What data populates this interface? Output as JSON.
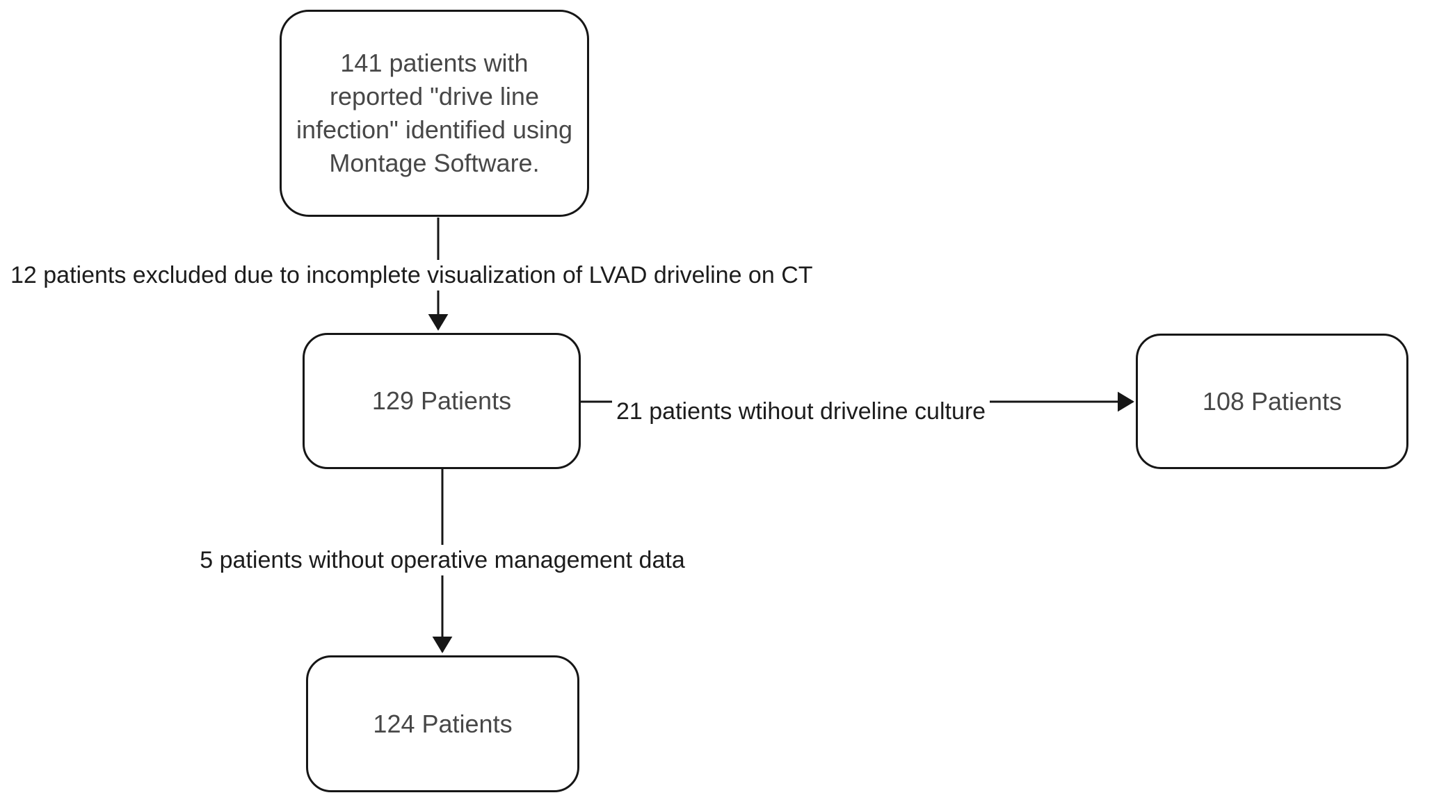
{
  "diagram": {
    "type": "flowchart",
    "colors": {
      "bg": "#ffffff",
      "stroke": "#161616",
      "box_text": "#474747",
      "label_text": "#1c1c1c"
    },
    "nodes": {
      "initial": {
        "text": "141 patients with\nreported \"drive line\ninfection\" identified using\nMontage Software."
      },
      "ct_reviewed": {
        "text": "129 Patients"
      },
      "no_culture": {
        "text": "108 Patients"
      },
      "final": {
        "text": "124 Patients"
      }
    },
    "edge_labels": {
      "excluded_ct": "12 patients excluded due to incomplete visualization of LVAD driveline on CT",
      "without_culture": "21 patients wtihout driveline culture",
      "without_operative_data": "5 patients without operative management data"
    }
  }
}
